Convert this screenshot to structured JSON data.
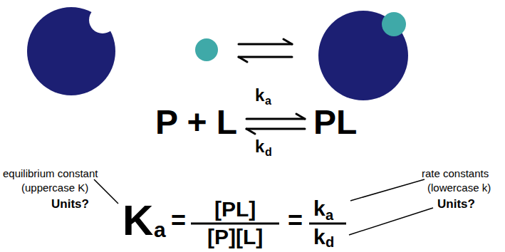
{
  "diagram": {
    "labels": [
      "P + L",
      "PL",
      "k",
      "a",
      "k",
      "d",
      "equilibrium constant",
      "(uppercase K)",
      "Units?",
      "K",
      "a",
      "=",
      "[PL]",
      "[P][L]",
      "=",
      "k",
      "a",
      "k",
      "d",
      "rate constants",
      "(lowercase k)",
      "Units?"
    ]
  }
}
